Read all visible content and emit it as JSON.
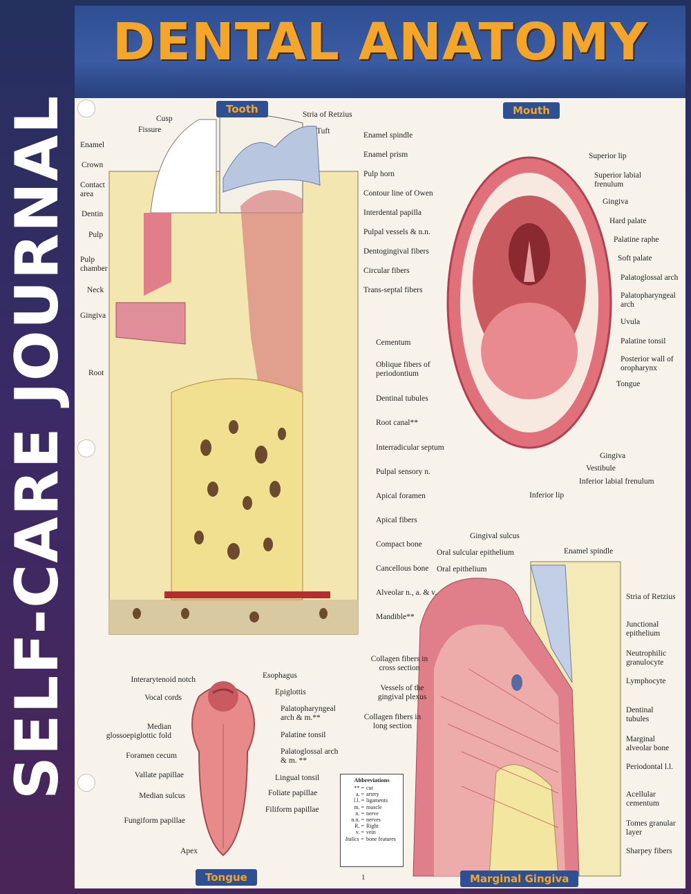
{
  "spine": {
    "text": "SELF-CARE JOURNAL"
  },
  "header": {
    "title": "DENTAL ANATOMY"
  },
  "sections": {
    "tooth": "Tooth",
    "mouth": "Mouth",
    "tongue": "Tongue",
    "marginal_gingiva": "Marginal Gingiva"
  },
  "tooth_labels": {
    "left": [
      "Enamel",
      "Crown",
      "Contact area",
      "Dentin",
      "Pulp",
      "Pulp chamber",
      "Neck",
      "Gingiva",
      "Root"
    ],
    "top": [
      "Cusp",
      "Fissure",
      "Stria of Retzius",
      "Tuft"
    ],
    "right": [
      "Enamel spindle",
      "Enamel prism",
      "Pulp horn",
      "Contour line of Owen",
      "Interdental papilla",
      "Pulpal vessels & n.n.",
      "Dentogingival fibers",
      "Circular fibers",
      "Trans-septal fibers",
      "Cementum",
      "Oblique fibers of periodontium",
      "Dentinal tubules",
      "Root canal**",
      "Interradicular septum",
      "Pulpal sensory n.",
      "Apical foramen",
      "Apical fibers",
      "Compact bone",
      "Cancellous bone",
      "Alveolar n., a. & v.",
      "Mandible**"
    ]
  },
  "mouth_labels": {
    "right": [
      "Superior lip",
      "Superior labial frenulum",
      "Gingiva",
      "Hard palate",
      "Palatine raphe",
      "Soft palate",
      "Palatoglossal arch",
      "Palatopharyngeal arch",
      "Uvula",
      "Palatine tonsil",
      "Posterior wall of oropharynx",
      "Tongue",
      "Gingiva",
      "Vestibule",
      "Inferior labial frenulum"
    ],
    "bottom": [
      "Inferior lip"
    ]
  },
  "tongue_labels": {
    "left": [
      "Interarytenoid notch",
      "Vocal cords",
      "Median glossoepiglottic fold",
      "Foramen cecum",
      "Vallate papillae",
      "Median sulcus",
      "Fungiform papillae",
      "Apex"
    ],
    "right": [
      "Esophagus",
      "Epiglottis",
      "Palatopharyngeal arch & m.**",
      "Palatine tonsil",
      "Palatoglossal arch & m. **",
      "Lingual tonsil",
      "Foliate papillae",
      "Filiform papillae"
    ]
  },
  "gingiva_labels": {
    "top": [
      "Gingival sulcus",
      "Oral sulcular epithelium",
      "Oral epithelium",
      "Enamel spindle"
    ],
    "left": [
      "Collagen fibers in cross section",
      "Vessels of the gingival plexus",
      "Collagen fibers in long section"
    ],
    "right": [
      "Stria of Retzius",
      "Junctional epithelium",
      "Neutrophilic granulocyte",
      "Lymphocyte",
      "Dentinal tubules",
      "Marginal alveolar bone",
      "Periodontal l.l.",
      "Acellular cementum",
      "Tomes granular layer",
      "Sharpey fibers"
    ]
  },
  "abbreviations": {
    "title": "Abbreviations",
    "rows": [
      {
        "k": "** =",
        "v": "cut"
      },
      {
        "k": "a. =",
        "v": "artery"
      },
      {
        "k": "l.l. =",
        "v": "ligaments"
      },
      {
        "k": "m. =",
        "v": "muscle"
      },
      {
        "k": "n. =",
        "v": "nerve"
      },
      {
        "k": "n.n. =",
        "v": "nerves"
      },
      {
        "k": "R. =",
        "v": "Right"
      },
      {
        "k": "v. =",
        "v": "vein"
      },
      {
        "k": "Italics =",
        "v": "bone features"
      }
    ]
  },
  "page_number": "1"
}
